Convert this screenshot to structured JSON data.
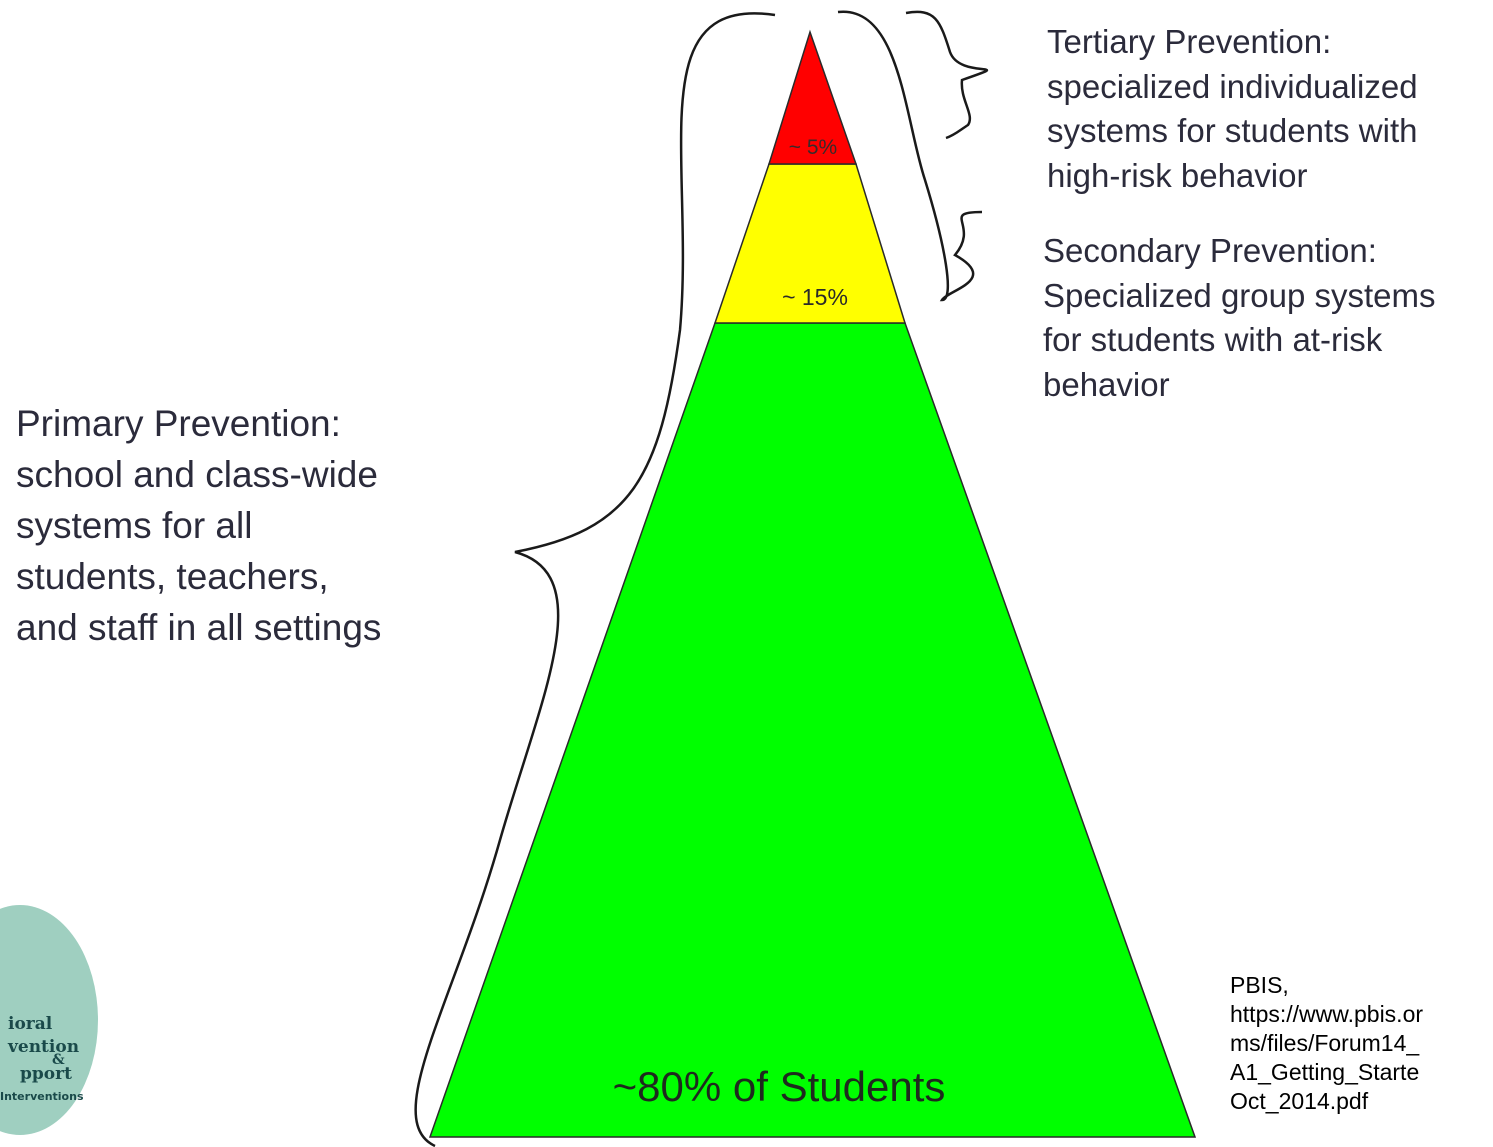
{
  "pyramid": {
    "tiers": [
      {
        "name": "tertiary",
        "label": "~ 5%",
        "color": "#ff0000"
      },
      {
        "name": "secondary",
        "label": "~ 15%",
        "color": "#ffff00"
      },
      {
        "name": "primary",
        "label": "~80% of Students",
        "color": "#00ff00"
      }
    ]
  },
  "labels": {
    "tertiary": [
      "Tertiary Prevention:",
      "specialized individualized",
      "systems for students with",
      "high-risk behavior"
    ],
    "secondary": [
      "Secondary Prevention:",
      "Specialized group systems",
      "for students with at-risk",
      "behavior"
    ],
    "primary": [
      "Primary Prevention:",
      "school and class-wide",
      "systems for all",
      "students, teachers,",
      "and staff in all settings"
    ]
  },
  "citation": [
    "PBIS,",
    "https://www.pbis.or",
    "ms/files/Forum14_",
    "A1_Getting_Starte",
    "Oct_2014.pdf"
  ],
  "logo": {
    "lines": [
      "ioral",
      "vention",
      "&",
      "pport",
      "Interventions"
    ],
    "circle_color": "#9fcfc0"
  }
}
